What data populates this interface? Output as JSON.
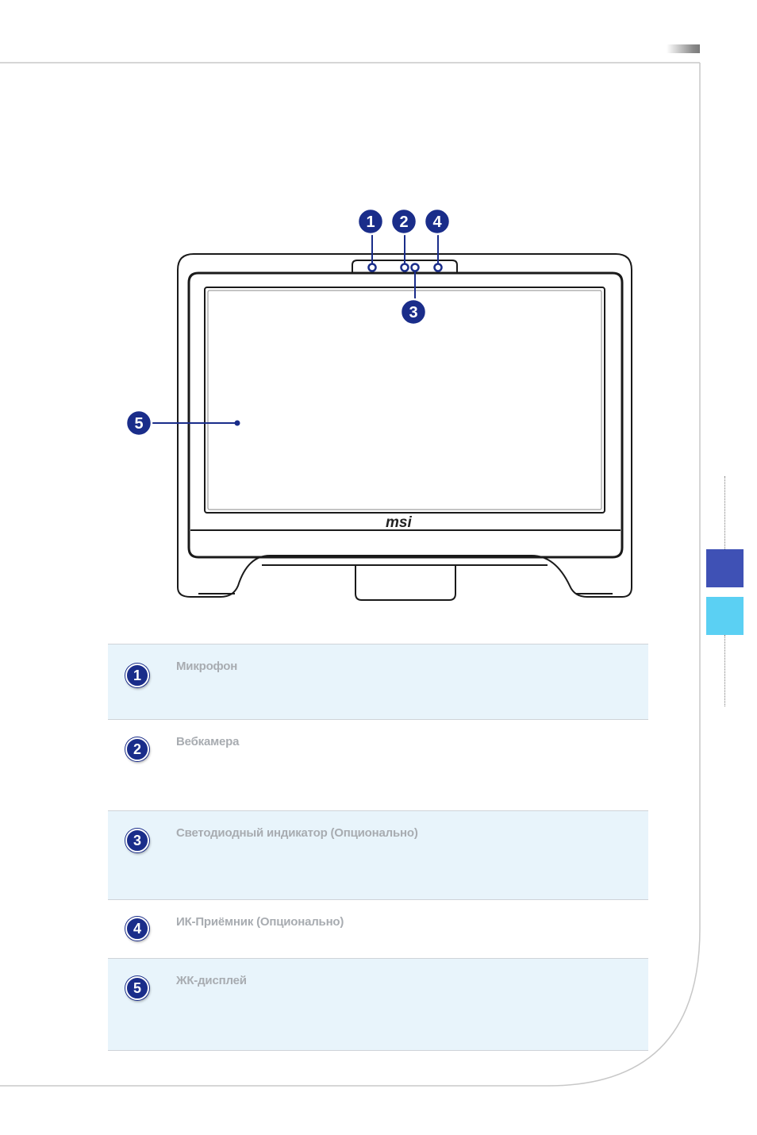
{
  "colors": {
    "accent": "#1a2d8a",
    "tab_dark": "#3f51b5",
    "tab_light": "#5bd0f3",
    "row_tint": "#e8f4fb",
    "title_gray": "#a8acb1"
  },
  "illustration": {
    "brand_logo": "msi",
    "callouts": [
      "1",
      "2",
      "3",
      "4",
      "5"
    ]
  },
  "components": [
    {
      "number": "1",
      "label": "Микрофон"
    },
    {
      "number": "2",
      "label": "Вебкамера"
    },
    {
      "number": "3",
      "label": "Светодиодный индикатор (Опционально)"
    },
    {
      "number": "4",
      "label": "ИК-Приёмник (Опционально)"
    },
    {
      "number": "5",
      "label": "ЖК-дисплей"
    }
  ]
}
